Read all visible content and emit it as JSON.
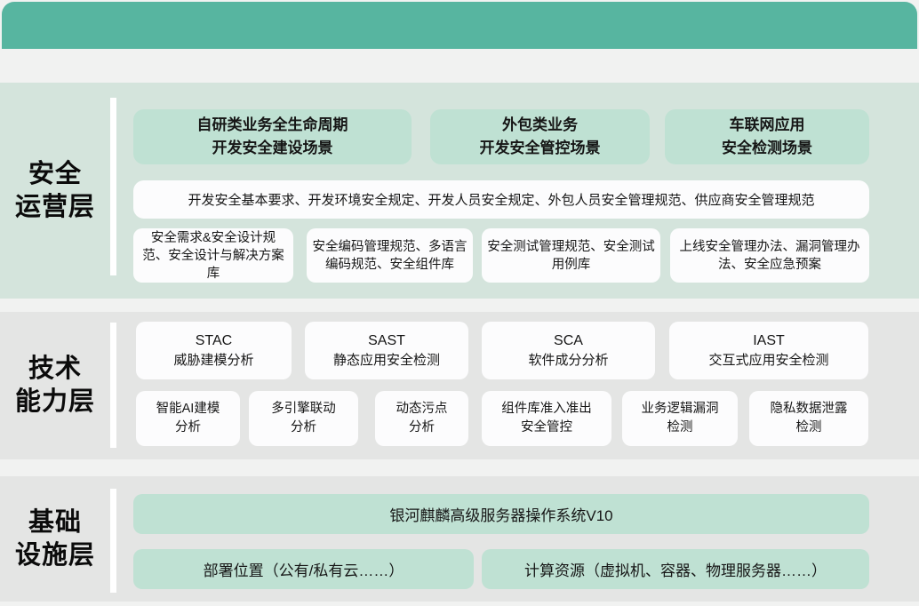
{
  "colors": {
    "top_band": "#57b5a0",
    "layer1_bg": "#d4e4dc",
    "layer_gray_bg": "#e4e5e4",
    "page_gap_bg": "#f1f2f1",
    "mint_box": "#bfe1d3",
    "white_box": "#fcfcfd",
    "title_text": "#0b0b0b"
  },
  "layers": [
    {
      "title_line1": "安全",
      "title_line2": "运营层",
      "scenario_boxes": [
        {
          "line1": "自研类业务全生命周期",
          "line2": "开发安全建设场景"
        },
        {
          "line1": "外包类业务",
          "line2": "开发安全管控场景"
        },
        {
          "line1": "车联网应用",
          "line2": "安全检测场景"
        }
      ],
      "policy_bar": "开发安全基本要求、开发环境安全规定、开发人员安全规定、外包人员安全管理规范、供应商安全管理规范",
      "spec_boxes": [
        "安全需求&安全设计规范、安全设计与解决方案库",
        "安全编码管理规范、多语言编码规范、安全组件库",
        "安全测试管理规范、安全测试用例库",
        "上线安全管理办法、漏洞管理办法、安全应急预案"
      ]
    },
    {
      "title_line1": "技术",
      "title_line2": "能力层",
      "tool_boxes": [
        {
          "line1": "STAC",
          "line2": "威胁建模分析"
        },
        {
          "line1": "SAST",
          "line2": "静态应用安全检测"
        },
        {
          "line1": "SCA",
          "line2": "软件成分分析"
        },
        {
          "line1": "IAST",
          "line2": "交互式应用安全检测"
        }
      ],
      "capability_boxes": [
        {
          "line1": "智能AI建模",
          "line2": "分析"
        },
        {
          "line1": "多引擎联动",
          "line2": "分析"
        },
        {
          "line1": "动态污点",
          "line2": "分析"
        },
        {
          "line1": "组件库准入准出",
          "line2": "安全管控"
        },
        {
          "line1": "业务逻辑漏洞",
          "line2": "检测"
        },
        {
          "line1": "隐私数据泄露",
          "line2": "检测"
        }
      ]
    },
    {
      "title_line1": "基础",
      "title_line2": "设施层",
      "os_box": "银河麒麟高级服务器操作系统V10",
      "resource_boxes": [
        "部署位置（公有/私有云……）",
        "计算资源（虚拟机、容器、物理服务器……）"
      ]
    }
  ]
}
